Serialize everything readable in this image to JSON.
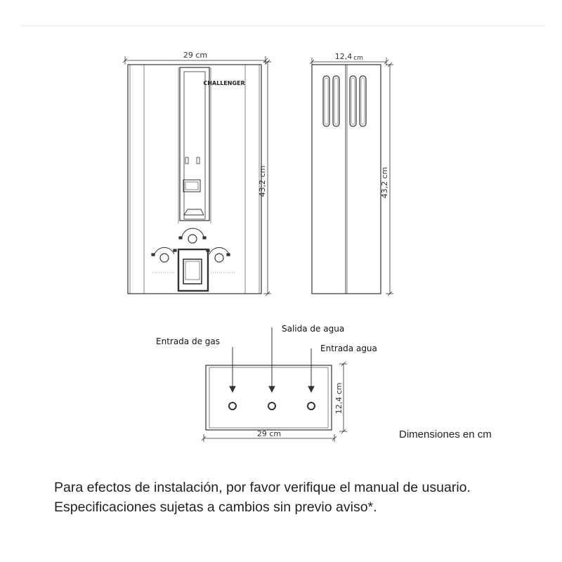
{
  "front_view": {
    "width_label": "29 cm",
    "height_label": "43,2 cm",
    "brand": "CHALLENGER"
  },
  "side_view": {
    "width_label": "12,4",
    "width_unit": "cm",
    "height_label": "43,2 cm"
  },
  "bottom_view": {
    "width_label": "29 cm",
    "depth_label": "12,4 cm",
    "connections": [
      {
        "label": "Entrada de gas"
      },
      {
        "label": "Salida de agua"
      },
      {
        "label": "Entrada agua"
      }
    ]
  },
  "legend": "Dimensiones en cm",
  "notes": [
    "Para efectos de instalación, por favor verifique el manual de usuario.",
    "Especificaciones sujetas a cambios sin previo aviso*."
  ]
}
